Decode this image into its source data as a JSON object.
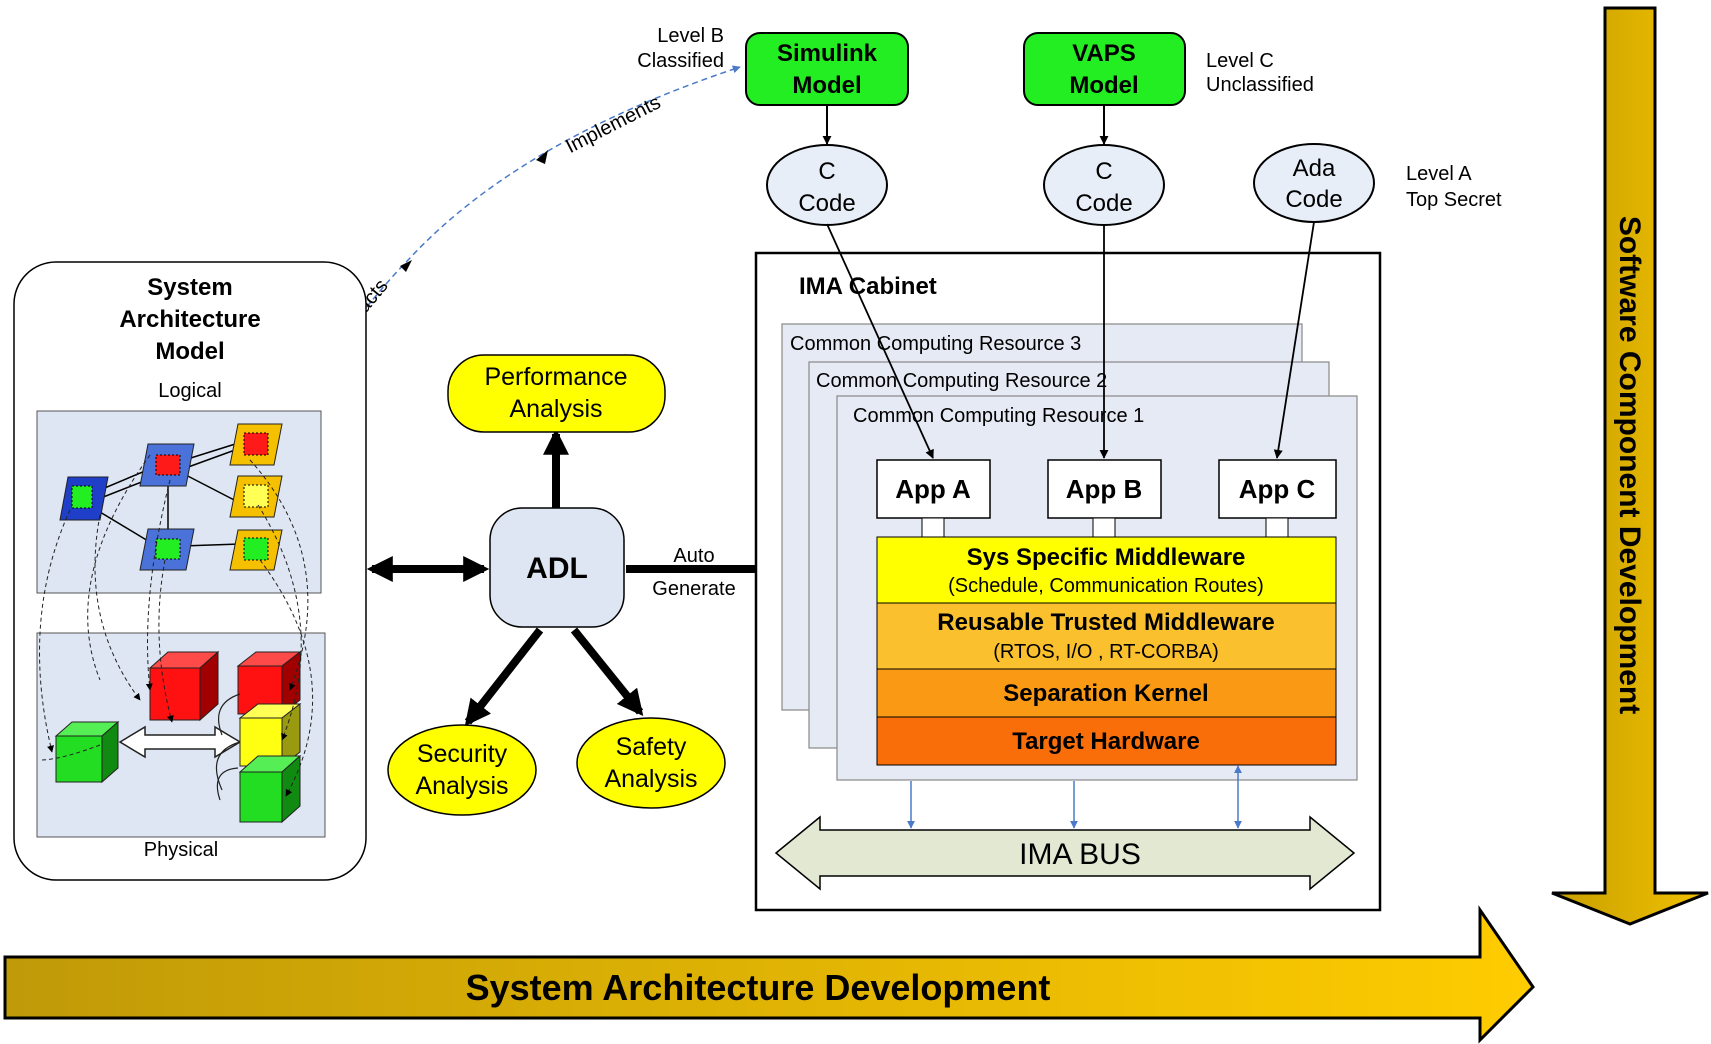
{
  "models": {
    "simulink": {
      "line1": "Simulink",
      "line2": "Model"
    },
    "vaps": {
      "line1": "VAPS",
      "line2": "Model"
    }
  },
  "levels": {
    "b": {
      "line1": "Level B",
      "line2": "Classified"
    },
    "c": {
      "line1": "Level C",
      "line2": "Unclassified"
    },
    "a": {
      "line1": "Level A",
      "line2": "Top Secret"
    }
  },
  "code": {
    "c1": {
      "line1": "C",
      "line2": "Code"
    },
    "c2": {
      "line1": "C",
      "line2": "Code"
    },
    "ada": {
      "line1": "Ada",
      "line2": "Code"
    }
  },
  "links": {
    "implements": "Implements",
    "abstracts": "Abstracts"
  },
  "sam": {
    "title": [
      "System",
      "Architecture",
      "Model"
    ],
    "logical": "Logical",
    "physical": "Physical"
  },
  "adl": {
    "label": "ADL",
    "auto_generate": [
      "Auto",
      "Generate"
    ],
    "performance": [
      "Performance",
      "Analysis"
    ],
    "security": [
      "Security",
      "Analysis"
    ],
    "safety": [
      "Safety",
      "Analysis"
    ]
  },
  "ima": {
    "title": "IMA Cabinet",
    "ccr3": "Common Computing Resource 3",
    "ccr2": "Common Computing Resource 2",
    "ccr1": "Common Computing Resource 1",
    "apps": [
      "App A",
      "App B",
      "App C"
    ],
    "layers": {
      "sys_specific": {
        "title": "Sys Specific Middleware",
        "sub": "(Schedule, Communication Routes)"
      },
      "reusable": {
        "title": "Reusable Trusted Middleware",
        "sub": "(RTOS, I/O , RT-CORBA)"
      },
      "kernel": {
        "title": "Separation Kernel"
      },
      "hardware": {
        "title": "Target Hardware"
      }
    },
    "bus": "IMA BUS"
  },
  "arrows": {
    "software": "Software Component Development",
    "system": "System Architecture Development"
  },
  "colors": {
    "model_green": "#22ee22",
    "code_ellipse": "#e8eef8",
    "analysis_yellow": "#ffff00",
    "ccr_fill": "#e6eaf4",
    "mw_yellow": "#ffff00",
    "mw_orange": "#fbc02d",
    "kernel_orange": "#fa9a14",
    "hw_orange": "#fa6e0a",
    "gold_arrow": "#d8a800",
    "bus_fill": "#e3e8d3",
    "link_blue": "#4a7ac8"
  }
}
